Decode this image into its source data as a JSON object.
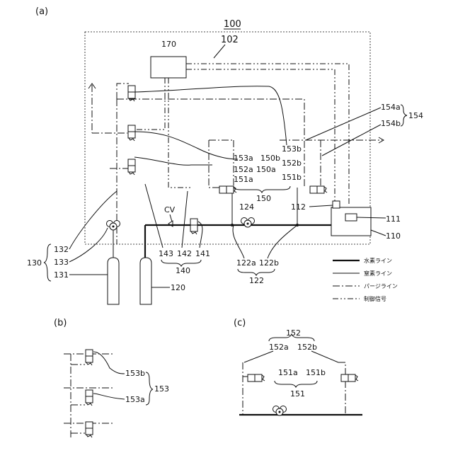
{
  "panels": {
    "a": "(a)",
    "b": "(b)",
    "c": "(c)"
  },
  "labels_a": {
    "l100": "100",
    "l102": "102",
    "l170": "170",
    "l154a": "154a",
    "l154b": "154b",
    "l154": "154",
    "l153a": "153a",
    "l153b": "153b",
    "l150b": "150b",
    "l152b": "152b",
    "l152a": "152a",
    "l150a": "150a",
    "l151a": "151a",
    "l151b": "151b",
    "l150": "150",
    "l112": "112",
    "l111": "111",
    "l110": "110",
    "l124": "124",
    "cv": "CV",
    "l132": "132",
    "l133": "133",
    "l130": "130",
    "l131": "131",
    "l143": "143",
    "l142": "142",
    "l141": "141",
    "l140": "140",
    "l122a": "122a",
    "l122b": "122b",
    "l122": "122",
    "l120": "120"
  },
  "legend": [
    {
      "label": "水素ライン"
    },
    {
      "label": "窒素ライン"
    },
    {
      "label": "パージライン"
    },
    {
      "label": "制御信号"
    }
  ],
  "labels_b": {
    "l153b": "153b",
    "l153a": "153a",
    "l153": "153"
  },
  "labels_c": {
    "l152": "152",
    "l152a": "152a",
    "l152b": "152b",
    "l151a": "151a",
    "l151b": "151b",
    "l151": "151"
  }
}
